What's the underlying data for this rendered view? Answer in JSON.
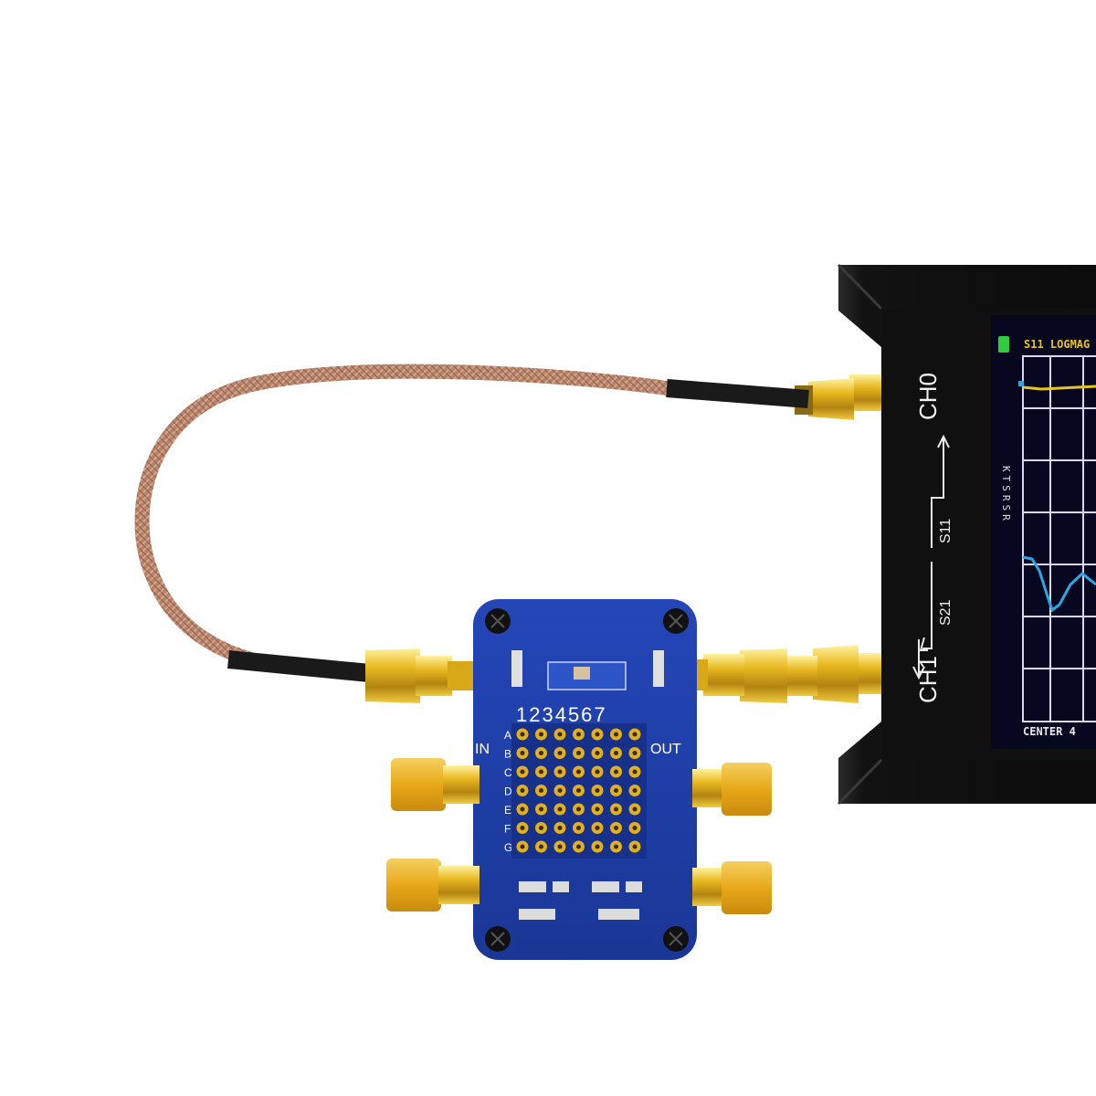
{
  "device": {
    "port_ch0": "CH0",
    "port_ch1": "CH1",
    "label_s11": "S11",
    "label_s21": "S21"
  },
  "screen": {
    "top_label": "S11 LOGMAG",
    "bottom_label": "CENTER 4",
    "side_label": "KTSRSR",
    "colors": {
      "background": "#0a0a2e",
      "grid": "#d9d9f5",
      "trace_yellow": "#e6c61a",
      "trace_cyan": "#27a9e1",
      "indicator": "#2ecc40"
    }
  },
  "board": {
    "column_numbers": "1234567",
    "row_letters": [
      "A",
      "B",
      "C",
      "D",
      "E",
      "F",
      "G"
    ],
    "label_in": "IN",
    "label_out": "OUT",
    "colors": {
      "pcb": "#1f3fa8",
      "gold": "#e0b020",
      "cable": "#c89078"
    }
  }
}
